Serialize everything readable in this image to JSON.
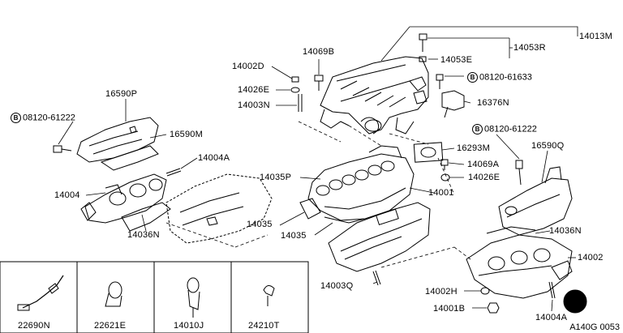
{
  "diagram": {
    "callouts": {
      "p14013M": "14013M",
      "p14053R": "14053R",
      "p14053E": "14053E",
      "p14069B": "14069B",
      "p14002D": "14002D",
      "p14026E_top": "14026E",
      "p14003N": "14003N",
      "bolt_61633": "08120-61633",
      "p16376N": "16376N",
      "p16590P": "16590P",
      "bolt_61222_left": "08120-61222",
      "p16590M": "16590M",
      "p14004A_left": "14004A",
      "p14004": "14004",
      "p14036N_left": "14036N",
      "p14035P": "14035P",
      "p16293M": "16293M",
      "p14069A": "14069A",
      "p14026E_right": "14026E",
      "p14001": "14001",
      "bolt_61222_right": "08120-61222",
      "p16590Q": "16590Q",
      "p14035_a": "14035",
      "p14035_b": "14035",
      "p14036N_right": "14036N",
      "p14002": "14002",
      "p14003Q": "14003Q",
      "p14002H": "14002H",
      "p14001B": "14001B",
      "p14004A_right": "14004A"
    },
    "bolt_prefix": "B",
    "inset_parts": [
      "22690N",
      "22621E",
      "14010J",
      "24210T"
    ],
    "diagram_code": "A140G 0053"
  }
}
